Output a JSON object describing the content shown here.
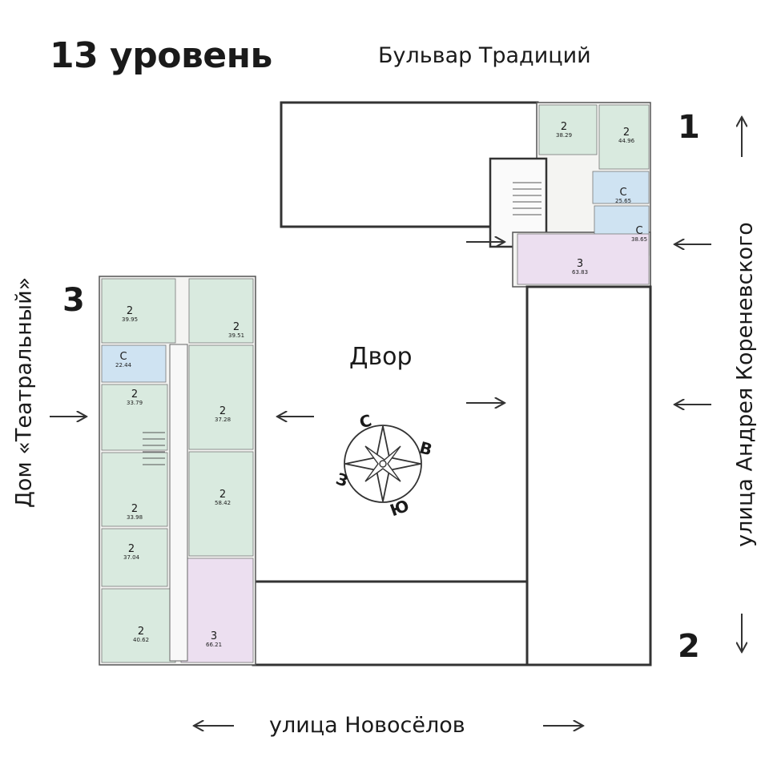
{
  "level_title": "13 уровень",
  "streets": {
    "top": "Бульвар  Традиций",
    "bottom": "улица Новосёлов",
    "right": "улица Андрея Кореневского",
    "left": "Дом «Театральный»"
  },
  "building_numbers": {
    "b1": "1",
    "b2": "2",
    "b3": "3"
  },
  "courtyard": "Двор",
  "compass": {
    "n": "С",
    "e": "В",
    "s": "Ю",
    "w": "З"
  },
  "colors": {
    "two_room": "#d9eadf",
    "studio": "#cfe3f2",
    "three_room": "#ecdff0",
    "wall": "#333333"
  },
  "apartments_b3": [
    {
      "rooms": "2",
      "area": "39.95"
    },
    {
      "rooms": "2",
      "area": "39.51"
    },
    {
      "rooms": "С",
      "area": "22.44"
    },
    {
      "rooms": "2",
      "area": "33.79"
    },
    {
      "rooms": "2",
      "area": "37.28"
    },
    {
      "rooms": "2",
      "area": "33.98"
    },
    {
      "rooms": "2",
      "area": "58.42"
    },
    {
      "rooms": "2",
      "area": "37.04"
    },
    {
      "rooms": "2",
      "area": "40.62"
    },
    {
      "rooms": "3",
      "area": "66.21"
    }
  ],
  "apartments_b1": [
    {
      "rooms": "2",
      "area": "38.29"
    },
    {
      "rooms": "2",
      "area": "44.96"
    },
    {
      "rooms": "С",
      "area": "25.65"
    },
    {
      "rooms": "С",
      "area": "38.65"
    },
    {
      "rooms": "3",
      "area": "63.83"
    }
  ]
}
